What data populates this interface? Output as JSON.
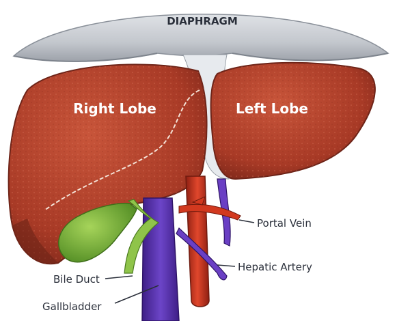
{
  "labels": {
    "diaphragm": "DIAPHRAGM",
    "right_lobe": "Right Lobe",
    "left_lobe": "Left Lobe",
    "portal_vein": "Portal Vein",
    "hepatic_artery": "Hepatic Artery",
    "bile_duct": "Bile Duct",
    "gallbladder": "Gallbladder"
  },
  "colors": {
    "background": "#ffffff",
    "diaphragm": "#c9cdd3",
    "liver": "#b4432c",
    "liver_shadow": "#6e2418",
    "gallbladder": "#7cb43a",
    "bile_duct": "#8fc44a",
    "vena_cava": "#5a2fb0",
    "portal_vein": "#6a3fc4",
    "hepatic_artery": "#c8321e",
    "label_text": "#2a2f3a"
  }
}
